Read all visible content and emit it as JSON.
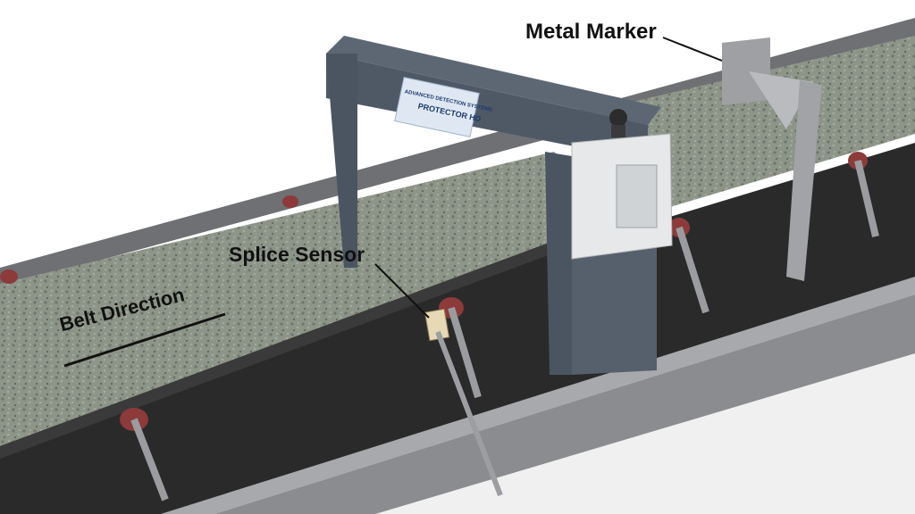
{
  "labels": {
    "metal_marker": "Metal Marker",
    "splice_sensor": "Splice Sensor",
    "belt_direction": "Belt Direction"
  },
  "detector_panel": {
    "line1": "ADVANCED DETECTION SYSTEMS",
    "line2": "PROTECTOR HD"
  },
  "colors": {
    "belt": "#8a9185",
    "frame": "#8a8c8f",
    "detector": "#4f5966",
    "roller": "#8c3a3a",
    "control_box": "#e6e8ea",
    "text": "#111111"
  }
}
